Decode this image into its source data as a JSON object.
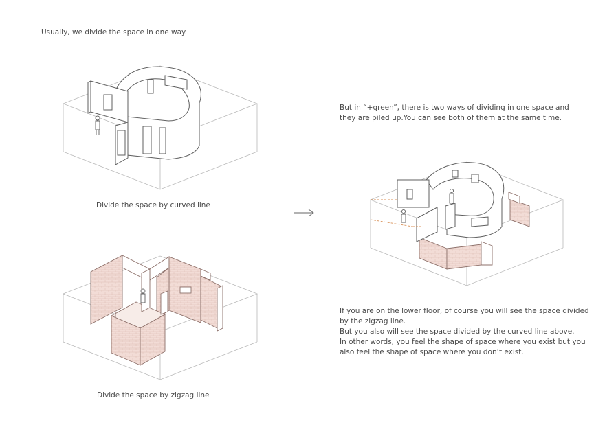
{
  "texts": {
    "intro": "Usually, we divide the space in one way.",
    "caption_curved": "Divide the space by curved line",
    "caption_zigzag": "Divide the space by zigzag line",
    "green_lines": [
      "But in “+green”, there is two ways of dividing in one space and",
      "they are piled up.You can see both of them at the same time."
    ],
    "lower_lines": [
      "If you are on the lower floor, of course you will see the space divided",
      "by the zigzag line.",
      "But you also will see the space divided by the curved line above.",
      "In other words, you feel the shape of space where you exist but you",
      "also feel the shape of space where you don’t exist."
    ]
  },
  "colors": {
    "line": "#6b6b6b",
    "box": "#b9b9b9",
    "brick": "#f2dcd6",
    "brick_line": "#c9a49a",
    "dash": "#d9925a"
  }
}
